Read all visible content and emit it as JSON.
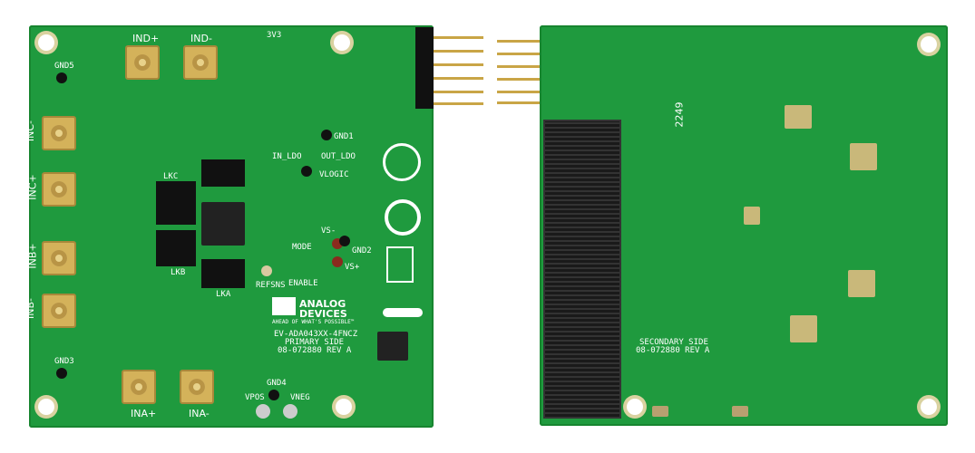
{
  "primary_board": {
    "logo": "ANALOG DEVICES",
    "tagline": "AHEAD OF WHAT'S POSSIBLE™",
    "silkscreen": [
      "EV-ADA043XX-4FNCZ",
      "PRIMARY SIDE",
      "08-072880 REV A"
    ],
    "connectors": {
      "ind_p": "IND+",
      "ind_n": "IND-",
      "inc_p": "INC+",
      "inc_n": "INC-",
      "inb_p": "INB+",
      "inb_n": "INB-",
      "ina_p": "INA+",
      "ina_n": "INA-"
    },
    "test_points": {
      "gnd5": "GND5",
      "gnd3": "GND3",
      "gnd4": "GND4",
      "gnd1": "GND1",
      "gnd2": "GND2",
      "vpos": "VPOS",
      "vneg": "VNEG",
      "v3v3": "3V3",
      "out_ldo": "OUT_LDO",
      "in_ldo": "IN_LDO",
      "vlogic": "VLOGIC",
      "vs_n": "VS-",
      "vs_p": "VS+",
      "mode": "MODE",
      "enable": "ENABLE",
      "refsns": "REFSNS"
    },
    "jumpers": {
      "lkc": "LKC",
      "lkb": "LKB",
      "lka": "LKA"
    },
    "colors": {
      "pcb": "#1f9a3e",
      "gold": "#d4b25a",
      "red_tp": "#8a2a1e",
      "black_tp": "#111111"
    }
  },
  "secondary_board": {
    "silkscreen": [
      "SECONDARY SIDE",
      "08-072880 REV A"
    ],
    "marking": "2249"
  }
}
